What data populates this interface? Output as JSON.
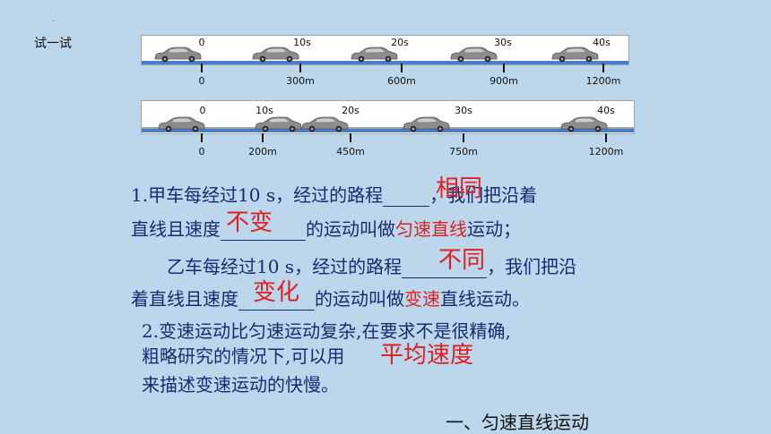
{
  "header": {
    "title": "试一试",
    "dot": "."
  },
  "diagram_a": {
    "times": [
      "0",
      "10s",
      "20s",
      "30s",
      "40s"
    ],
    "distances": [
      "0",
      "300m",
      "600m",
      "900m",
      "1200m"
    ]
  },
  "diagram_b": {
    "times": [
      "0",
      "10s",
      "20s",
      "30s",
      "40s"
    ],
    "distances": [
      "0",
      "200m",
      "450m",
      "750m",
      "1200m"
    ]
  },
  "body": {
    "line1_a": "1.甲车每经过10 s，经过的路程",
    "line1_b": "，我们把沿着",
    "line2_a": "直线且速度",
    "line2_b": "的运动叫做",
    "line2_red": "匀速直线",
    "line2_c": "运动；",
    "line3_a": "乙车每经过10 s，经过的路程",
    "line3_b": "，我们把沿",
    "line4_a": "着直线且速度",
    "line4_b": "的运动叫做",
    "line4_red": "变速",
    "line4_c": "直线运动。",
    "line5": "2.变速运动比匀速运动复杂,在要求不是很精确,",
    "line6": "粗略研究的情况下,可以用",
    "line7": "来描述变速运动的快慢。"
  },
  "answers": {
    "a1": "相同",
    "a2": "不变",
    "a3": "不同",
    "a4": "变化",
    "a5": "平均速度"
  },
  "footer": {
    "section": "一、匀速直线运动"
  },
  "colors": {
    "background": "#bcd7ec",
    "text": "#1a2a6e",
    "answer": "#e02020",
    "road": "#4d7cc7"
  }
}
